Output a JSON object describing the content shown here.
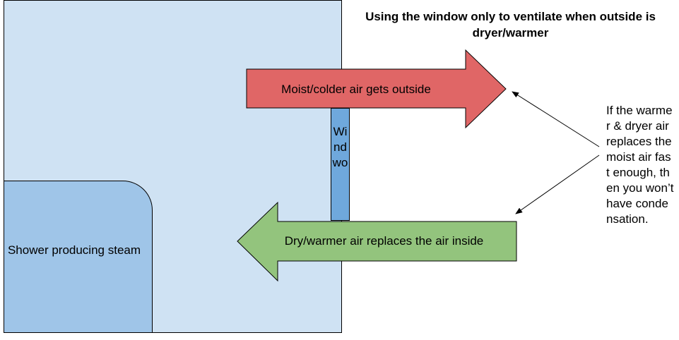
{
  "title": "Using the window only to ventilate when outside is dryer/warmer",
  "room": {
    "shower_label": "Shower producing steam",
    "window_label": "Windwo"
  },
  "arrows": {
    "out_label": "Moist/colder air gets outside",
    "in_label": "Dry/warmer air replaces the air inside"
  },
  "note": "If the warmer & dryer air replaces the moist air fast enough, then you won’t have condensation.",
  "colors": {
    "room": "#cfe2f3",
    "shower": "#9fc5e8",
    "window": "#6fa8dc",
    "out_arrow": "#e06666",
    "in_arrow": "#93c47d"
  }
}
